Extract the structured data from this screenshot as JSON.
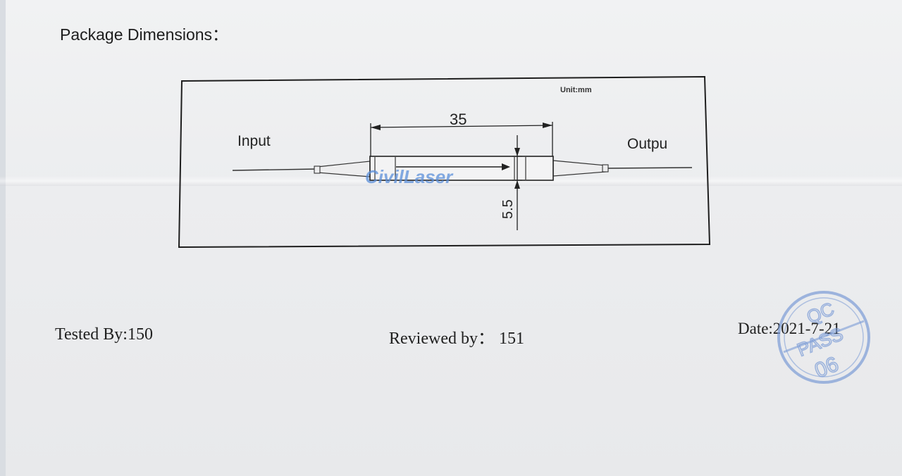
{
  "document": {
    "heading": "Package Dimensions："
  },
  "drawing": {
    "unit_label": "Unit:",
    "unit_value": "mm",
    "length_dimension": "35",
    "diameter_dimension": "5.5",
    "input_label": "Input",
    "output_label": "Outpu",
    "watermark": "CivilLaser"
  },
  "footer": {
    "tested_by": "Tested  By:150",
    "reviewed_by": "Reviewed  by： 151",
    "date": "Date:2021-7-21"
  },
  "stamp": {
    "line1": "QC",
    "line2": "PASS",
    "line3": "06",
    "color": "#7a9bd6"
  }
}
